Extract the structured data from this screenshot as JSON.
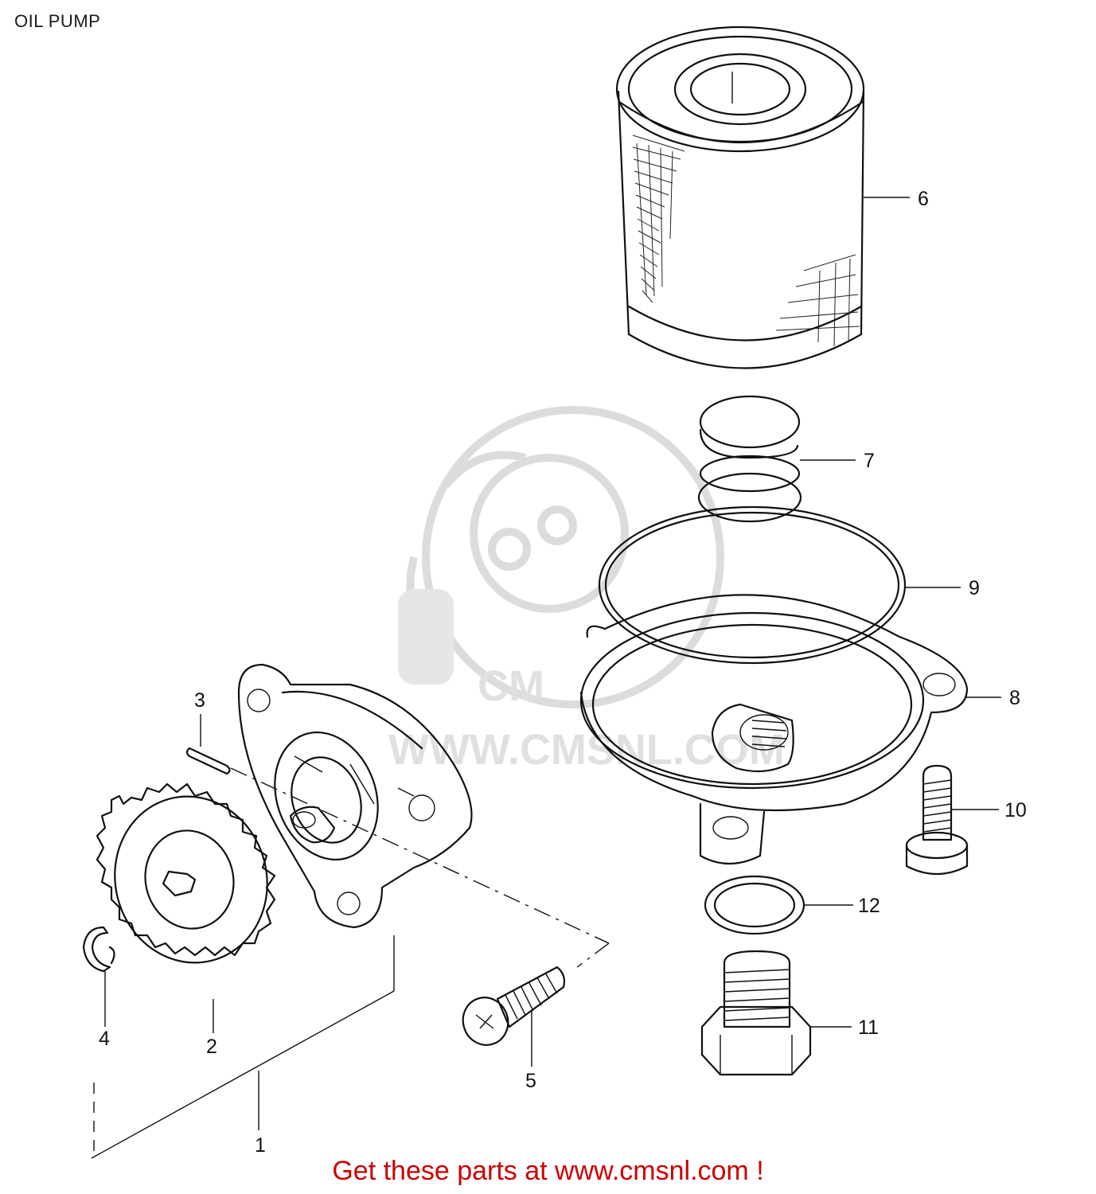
{
  "title": "OIL PUMP",
  "watermark": "WWW.CMSNL.COM",
  "footer": {
    "text": "Get these parts at www.cmsnl.com !",
    "color": "#cc0000"
  },
  "callouts": [
    {
      "id": "1",
      "label": "1"
    },
    {
      "id": "2",
      "label": "2"
    },
    {
      "id": "3",
      "label": "3"
    },
    {
      "id": "4",
      "label": "4"
    },
    {
      "id": "5",
      "label": "5"
    },
    {
      "id": "6",
      "label": "6"
    },
    {
      "id": "7",
      "label": "7"
    },
    {
      "id": "8",
      "label": "8"
    },
    {
      "id": "9",
      "label": "9"
    },
    {
      "id": "10",
      "label": "10"
    },
    {
      "id": "11",
      "label": "11"
    },
    {
      "id": "12",
      "label": "12"
    }
  ]
}
